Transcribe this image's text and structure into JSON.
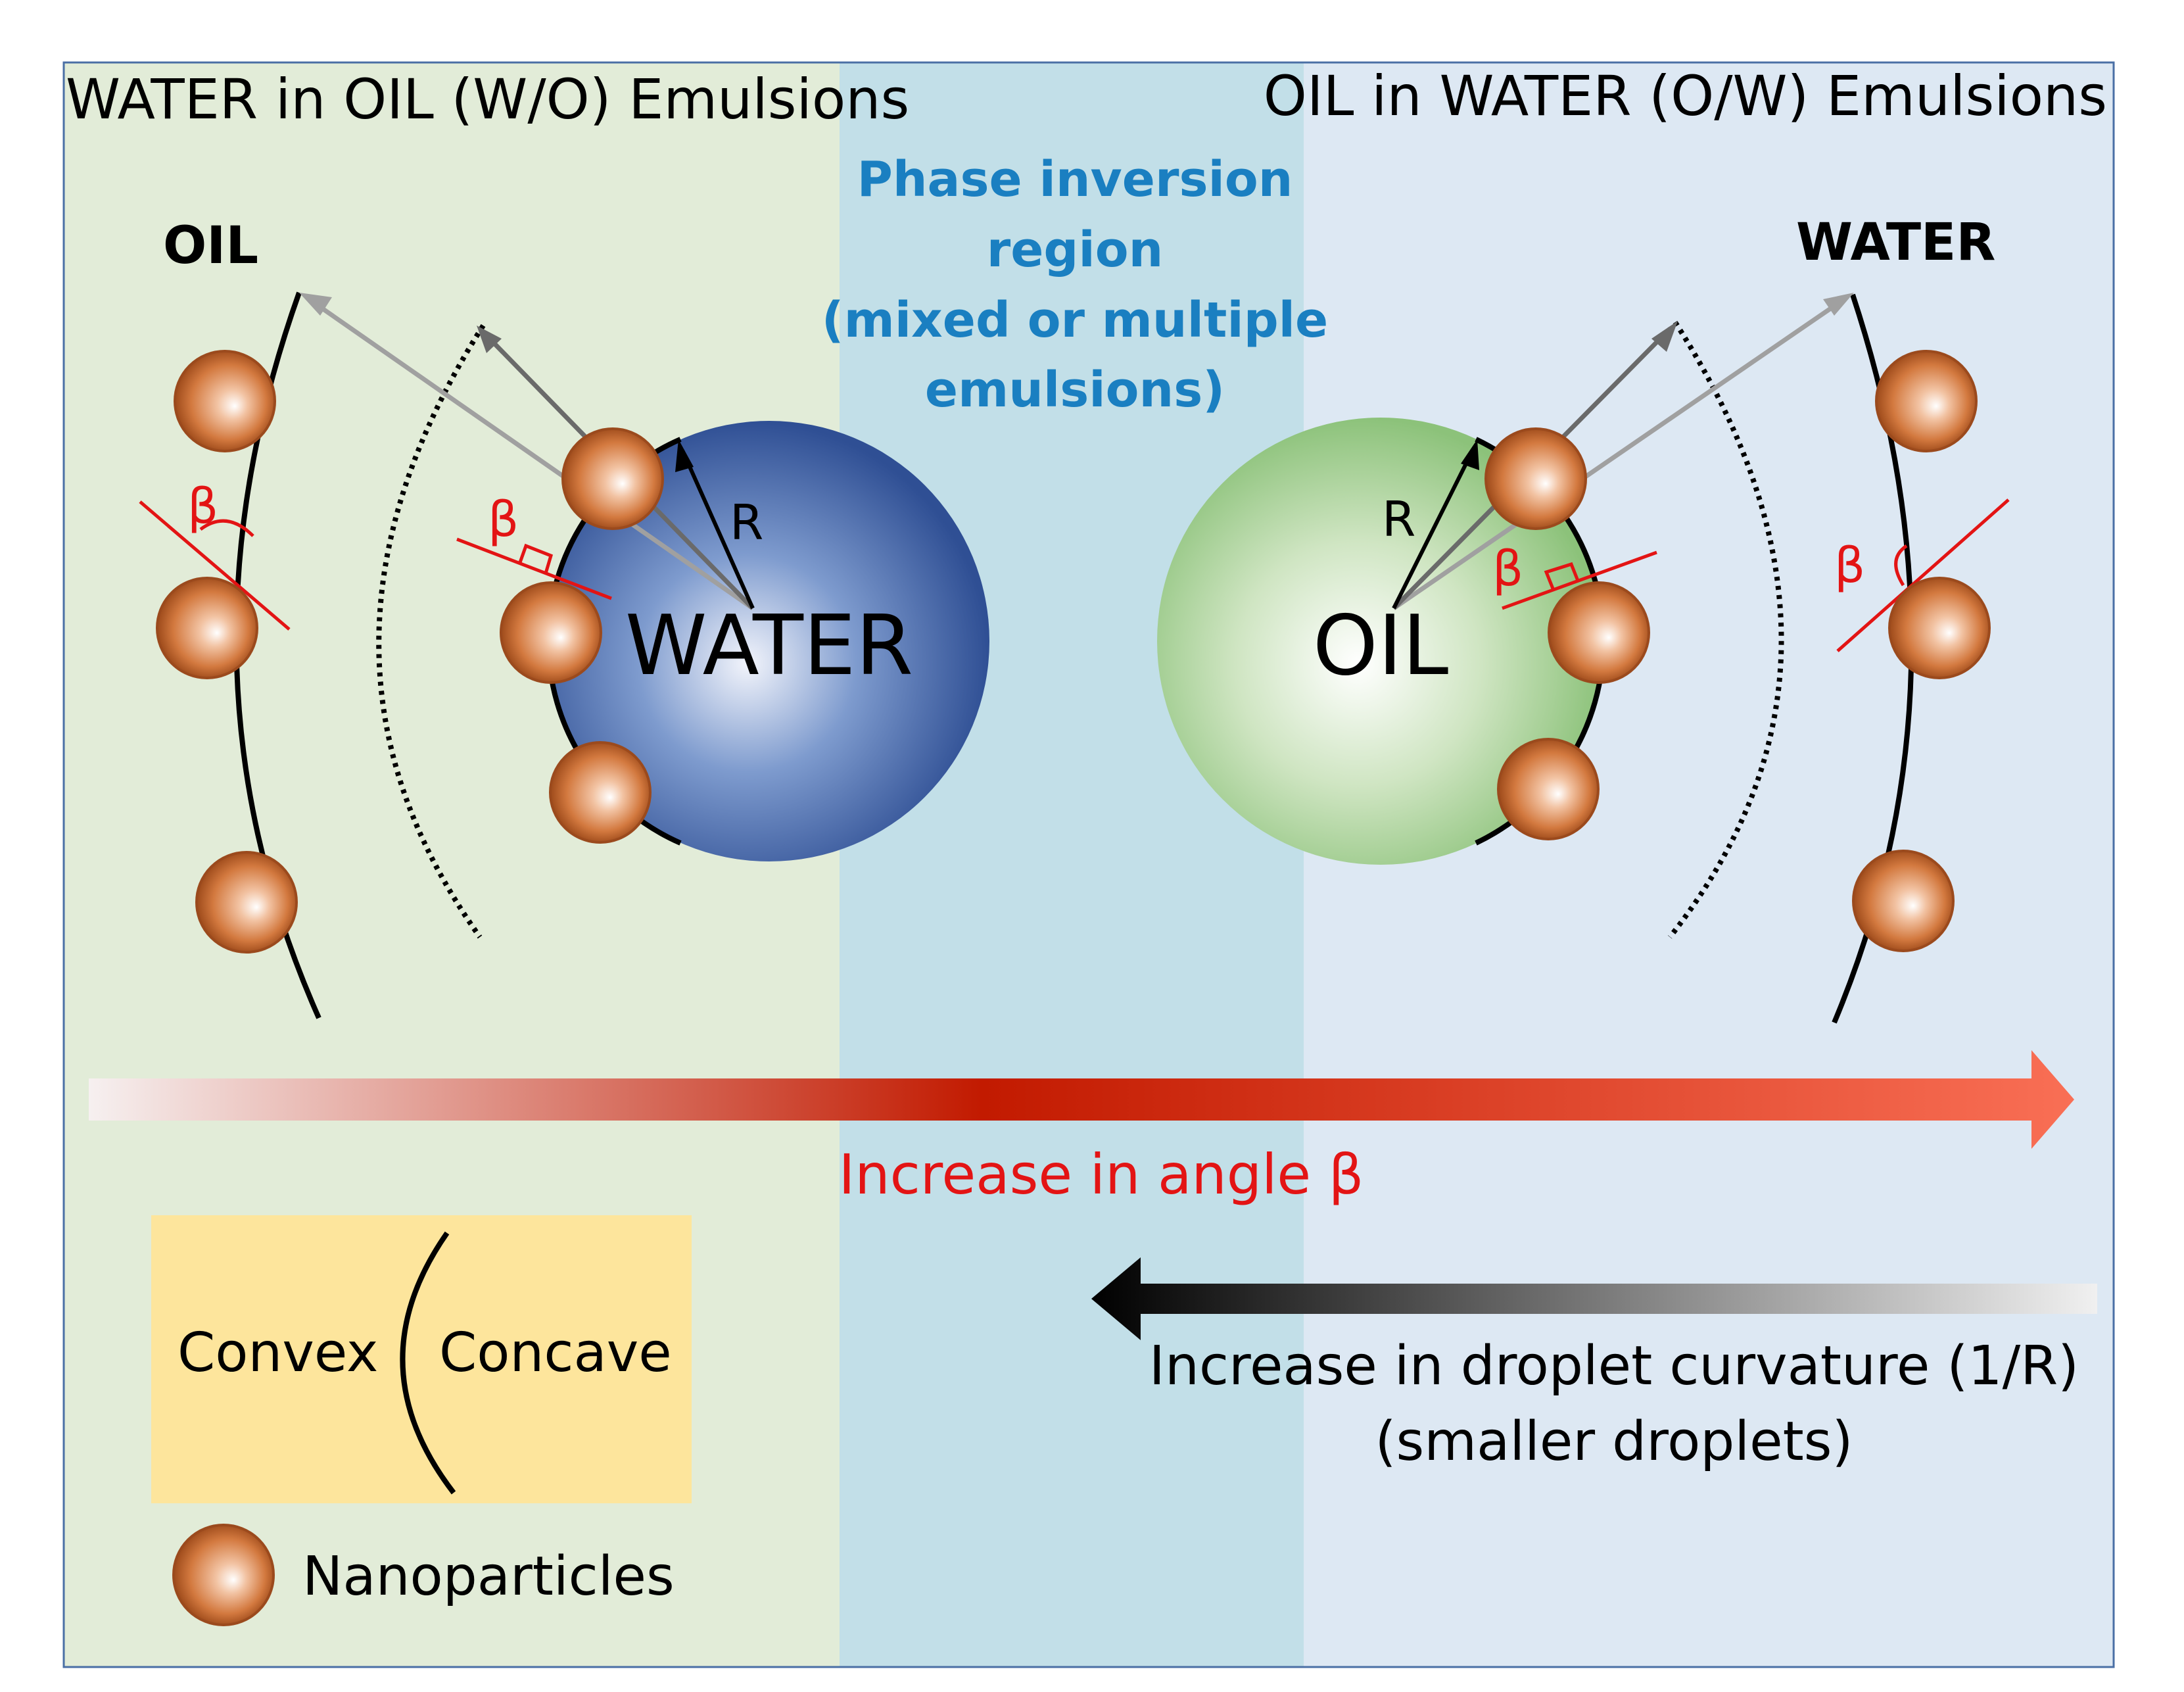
{
  "left_section": {
    "heading": "WATER in OIL (W/O) Emulsions",
    "outer_phase": "OIL",
    "droplet_phase": "WATER",
    "angle_symbol": "β",
    "radius_label": "R"
  },
  "middle_section": {
    "lines": [
      "Phase inversion",
      "region",
      "(mixed or multiple",
      "emulsions)"
    ]
  },
  "right_section": {
    "heading": "OIL in WATER (O/W) Emulsions",
    "outer_phase": "WATER",
    "droplet_phase": "OIL",
    "angle_symbol": "β",
    "radius_label": "R"
  },
  "angle_arrow": {
    "label_text": "Increase in angle ",
    "label_symbol": "β"
  },
  "curvature_arrow": {
    "line1": "Increase in droplet curvature (1/R)",
    "line2": "(smaller droplets)"
  },
  "legend": {
    "convex": "Convex",
    "concave": "Concave",
    "nanoparticles": "Nanoparticles"
  },
  "colors": {
    "left_bg": "#e2ecd8",
    "middle_bg": "#c2dfe8",
    "right_bg": "#dde8f3",
    "phase_label": "#1a7fc1",
    "angle_red": "#e31414",
    "legend_bg": "#fde59c",
    "water_droplet": "#3a5fa3",
    "oil_droplet": "#8cc27a",
    "nanoparticle": "#c8693a"
  }
}
